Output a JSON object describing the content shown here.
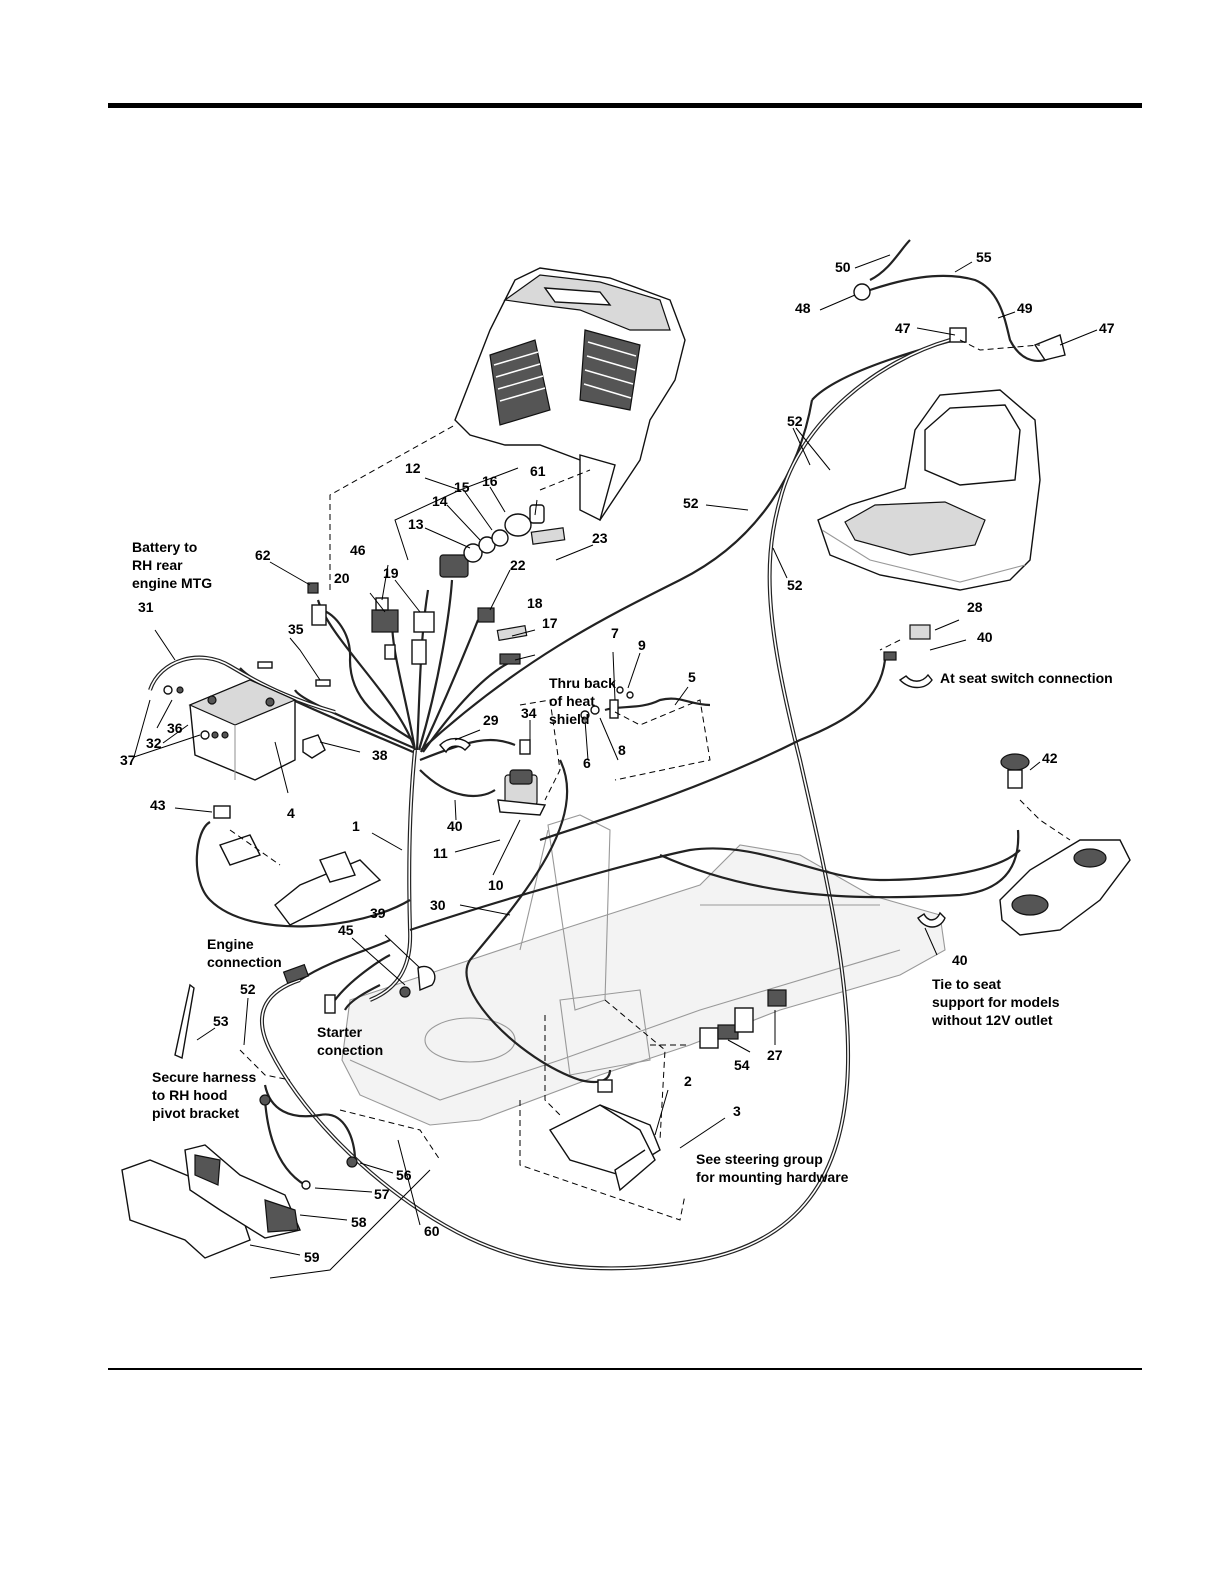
{
  "callouts": [
    {
      "id": "c1",
      "text": "1"
    },
    {
      "id": "c2",
      "text": "2"
    },
    {
      "id": "c3",
      "text": "3"
    },
    {
      "id": "c4",
      "text": "4"
    },
    {
      "id": "c5",
      "text": "5"
    },
    {
      "id": "c6",
      "text": "6"
    },
    {
      "id": "c7",
      "text": "7"
    },
    {
      "id": "c8",
      "text": "8"
    },
    {
      "id": "c9",
      "text": "9"
    },
    {
      "id": "c10",
      "text": "10"
    },
    {
      "id": "c11",
      "text": "11"
    },
    {
      "id": "c12",
      "text": "12"
    },
    {
      "id": "c13",
      "text": "13"
    },
    {
      "id": "c14",
      "text": "14"
    },
    {
      "id": "c15",
      "text": "15"
    },
    {
      "id": "c16",
      "text": "16"
    },
    {
      "id": "c17",
      "text": "17"
    },
    {
      "id": "c18",
      "text": "18"
    },
    {
      "id": "c19",
      "text": "19"
    },
    {
      "id": "c20",
      "text": "20"
    },
    {
      "id": "c22",
      "text": "22"
    },
    {
      "id": "c23",
      "text": "23"
    },
    {
      "id": "c27",
      "text": "27"
    },
    {
      "id": "c28",
      "text": "28"
    },
    {
      "id": "c29",
      "text": "29"
    },
    {
      "id": "c30",
      "text": "30"
    },
    {
      "id": "c31",
      "text": "31"
    },
    {
      "id": "c32",
      "text": "32"
    },
    {
      "id": "c34",
      "text": "34"
    },
    {
      "id": "c35",
      "text": "35"
    },
    {
      "id": "c36",
      "text": "36"
    },
    {
      "id": "c37",
      "text": "37"
    },
    {
      "id": "c38",
      "text": "38"
    },
    {
      "id": "c39",
      "text": "39"
    },
    {
      "id": "c40a",
      "text": "40"
    },
    {
      "id": "c40b",
      "text": "40"
    },
    {
      "id": "c40c",
      "text": "40"
    },
    {
      "id": "c42",
      "text": "42"
    },
    {
      "id": "c43",
      "text": "43"
    },
    {
      "id": "c45",
      "text": "45"
    },
    {
      "id": "c46",
      "text": "46"
    },
    {
      "id": "c47a",
      "text": "47"
    },
    {
      "id": "c47b",
      "text": "47"
    },
    {
      "id": "c48",
      "text": "48"
    },
    {
      "id": "c49",
      "text": "49"
    },
    {
      "id": "c50",
      "text": "50"
    },
    {
      "id": "c52a",
      "text": "52"
    },
    {
      "id": "c52b",
      "text": "52"
    },
    {
      "id": "c52c",
      "text": "52"
    },
    {
      "id": "c52d",
      "text": "52"
    },
    {
      "id": "c53",
      "text": "53"
    },
    {
      "id": "c54",
      "text": "54"
    },
    {
      "id": "c55",
      "text": "55"
    },
    {
      "id": "c56",
      "text": "56"
    },
    {
      "id": "c57",
      "text": "57"
    },
    {
      "id": "c58",
      "text": "58"
    },
    {
      "id": "c59",
      "text": "59"
    },
    {
      "id": "c60",
      "text": "60"
    },
    {
      "id": "c61",
      "text": "61"
    },
    {
      "id": "c62",
      "text": "62"
    }
  ],
  "notes": {
    "battery": [
      "Battery to",
      "RH rear",
      "engine MTG"
    ],
    "heat_shield": [
      "Thru back",
      "of heat",
      "shield"
    ],
    "seat_switch": [
      "At seat switch connection"
    ],
    "seat_support": [
      "Tie to seat",
      "support for models",
      "without 12V outlet"
    ],
    "engine": [
      "Engine",
      "connection"
    ],
    "starter": [
      "Starter",
      "conection"
    ],
    "harness": [
      "Secure harness",
      "to RH hood",
      "pivot bracket"
    ],
    "steering": [
      "See steering group",
      "for mounting hardware"
    ]
  }
}
